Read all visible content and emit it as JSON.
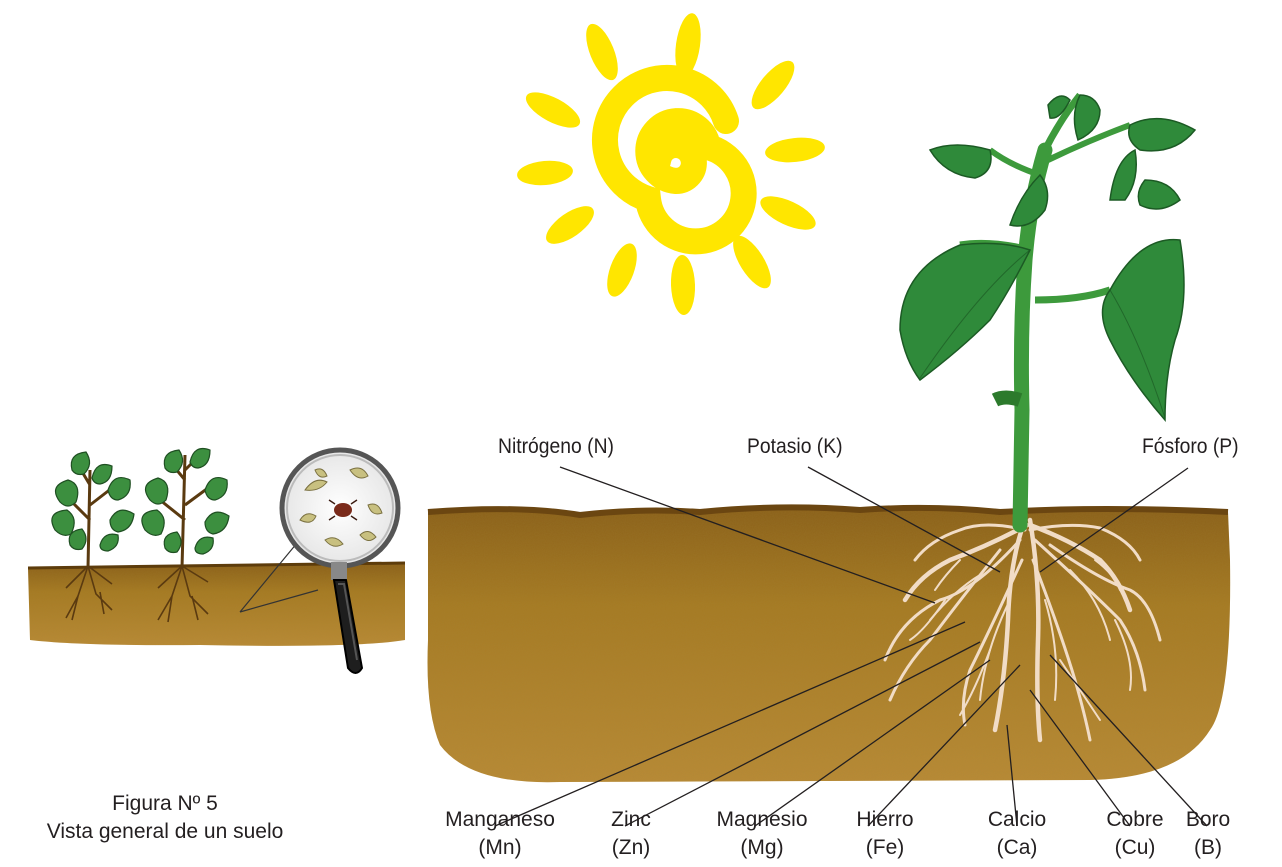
{
  "colors": {
    "sun": "#ffe600",
    "soil": "#a67a22",
    "soil_dark": "#7a5312",
    "leaf": "#2f8a3a",
    "stem": "#3d9a3c",
    "root": "#f1dcc6",
    "line": "#231f20"
  },
  "top_labels": {
    "nitrogen": "Nitrógeno (N)",
    "potassium": "Potasio (K)",
    "phosphorus": "Fósforo (P)"
  },
  "bottom_labels": {
    "manganese": {
      "name": "Manganeso",
      "symbol": "(Mn)"
    },
    "zinc": {
      "name": "Zinc",
      "symbol": "(Zn)"
    },
    "magnesium": {
      "name": "Magnesio",
      "symbol": "(Mg)"
    },
    "iron": {
      "name": "Hierro",
      "symbol": "(Fe)"
    },
    "calcium": {
      "name": "Calcio",
      "symbol": "(Ca)"
    },
    "copper": {
      "name": "Cobre",
      "symbol": "(Cu)"
    },
    "boron": {
      "name": "Boro",
      "symbol": "(B)"
    }
  },
  "caption": {
    "figure": "Figura Nº 5",
    "text": "Vista general de un suelo"
  }
}
